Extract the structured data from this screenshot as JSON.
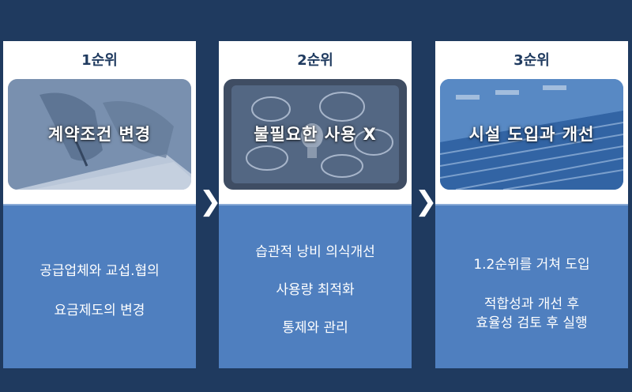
{
  "steps": [
    {
      "rank": "1순위",
      "title": "계약조건 변경",
      "lines": [
        "공급업체와 교섭.협의",
        "요금제도의 변경"
      ]
    },
    {
      "rank": "2순위",
      "title": "불필요한 사용 X",
      "lines": [
        "습관적 낭비 의식개선",
        "사용량 최적화",
        "통제와 관리"
      ]
    },
    {
      "rank": "3순위",
      "title": "시설 도입과 개선",
      "lines": [
        "1.2순위를 거쳐 도입",
        "적합성과 개선 후",
        "효율성 검토 후 실행"
      ]
    }
  ],
  "arrow_glyph": "❯",
  "colors": {
    "background": "#1f3a5f",
    "panel": "#4f7fbf",
    "rank_text": "#1f3a5f"
  }
}
